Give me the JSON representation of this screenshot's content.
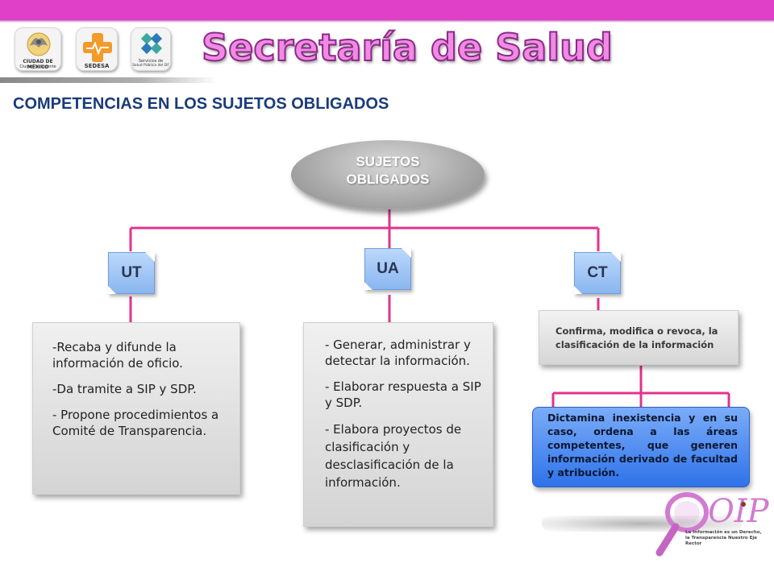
{
  "header": {
    "title": "Secretaría de Salud",
    "accent_color": "#e040c8"
  },
  "logos": [
    {
      "name": "ciudad-de-mexico",
      "line1": "CIUDAD DE MÉXICO",
      "line2": "Ciudad Incluyente"
    },
    {
      "name": "sedesa",
      "line1": "SEDESA"
    },
    {
      "name": "servicios-salud-publica",
      "line1": "Servicios de",
      "line2": "Salud Pública del DF"
    }
  ],
  "subtitle": "COMPETENCIAS EN LOS SUJETOS OBLIGADOS",
  "diagram": {
    "root": {
      "line1": "SUJETOS",
      "line2": "OBLIGADOS"
    },
    "branches": [
      {
        "tag": "UT",
        "items": [
          "-Recaba y difunde la información de oficio.",
          "-Da tramite a SIP y SDP.",
          "- Propone procedimientos a Comité de Transparencia."
        ]
      },
      {
        "tag": "UA",
        "items": [
          "- Generar, administrar y detectar la información.",
          "- Elaborar respuesta a SIP y SDP.",
          "- Elabora proyectos de clasificación y desclasificación de la información."
        ]
      },
      {
        "tag": "CT",
        "confirm": "Confirma, modifica o revoca, la clasificación de la información",
        "dictamen": "Dictamina inexistencia y en su caso, ordena a las áreas competentes, que generen información derivado de facultad y atribución."
      }
    ],
    "connector_color": "#e0338f",
    "tag_color": "#9cc3f6",
    "highlight_color": "#3b7ff0"
  },
  "footer_logo": {
    "brand": "OIP",
    "motto_line1": "La Información es un Derecho,",
    "motto_line2": "la Transparencia Nuestro Eje Rector"
  }
}
